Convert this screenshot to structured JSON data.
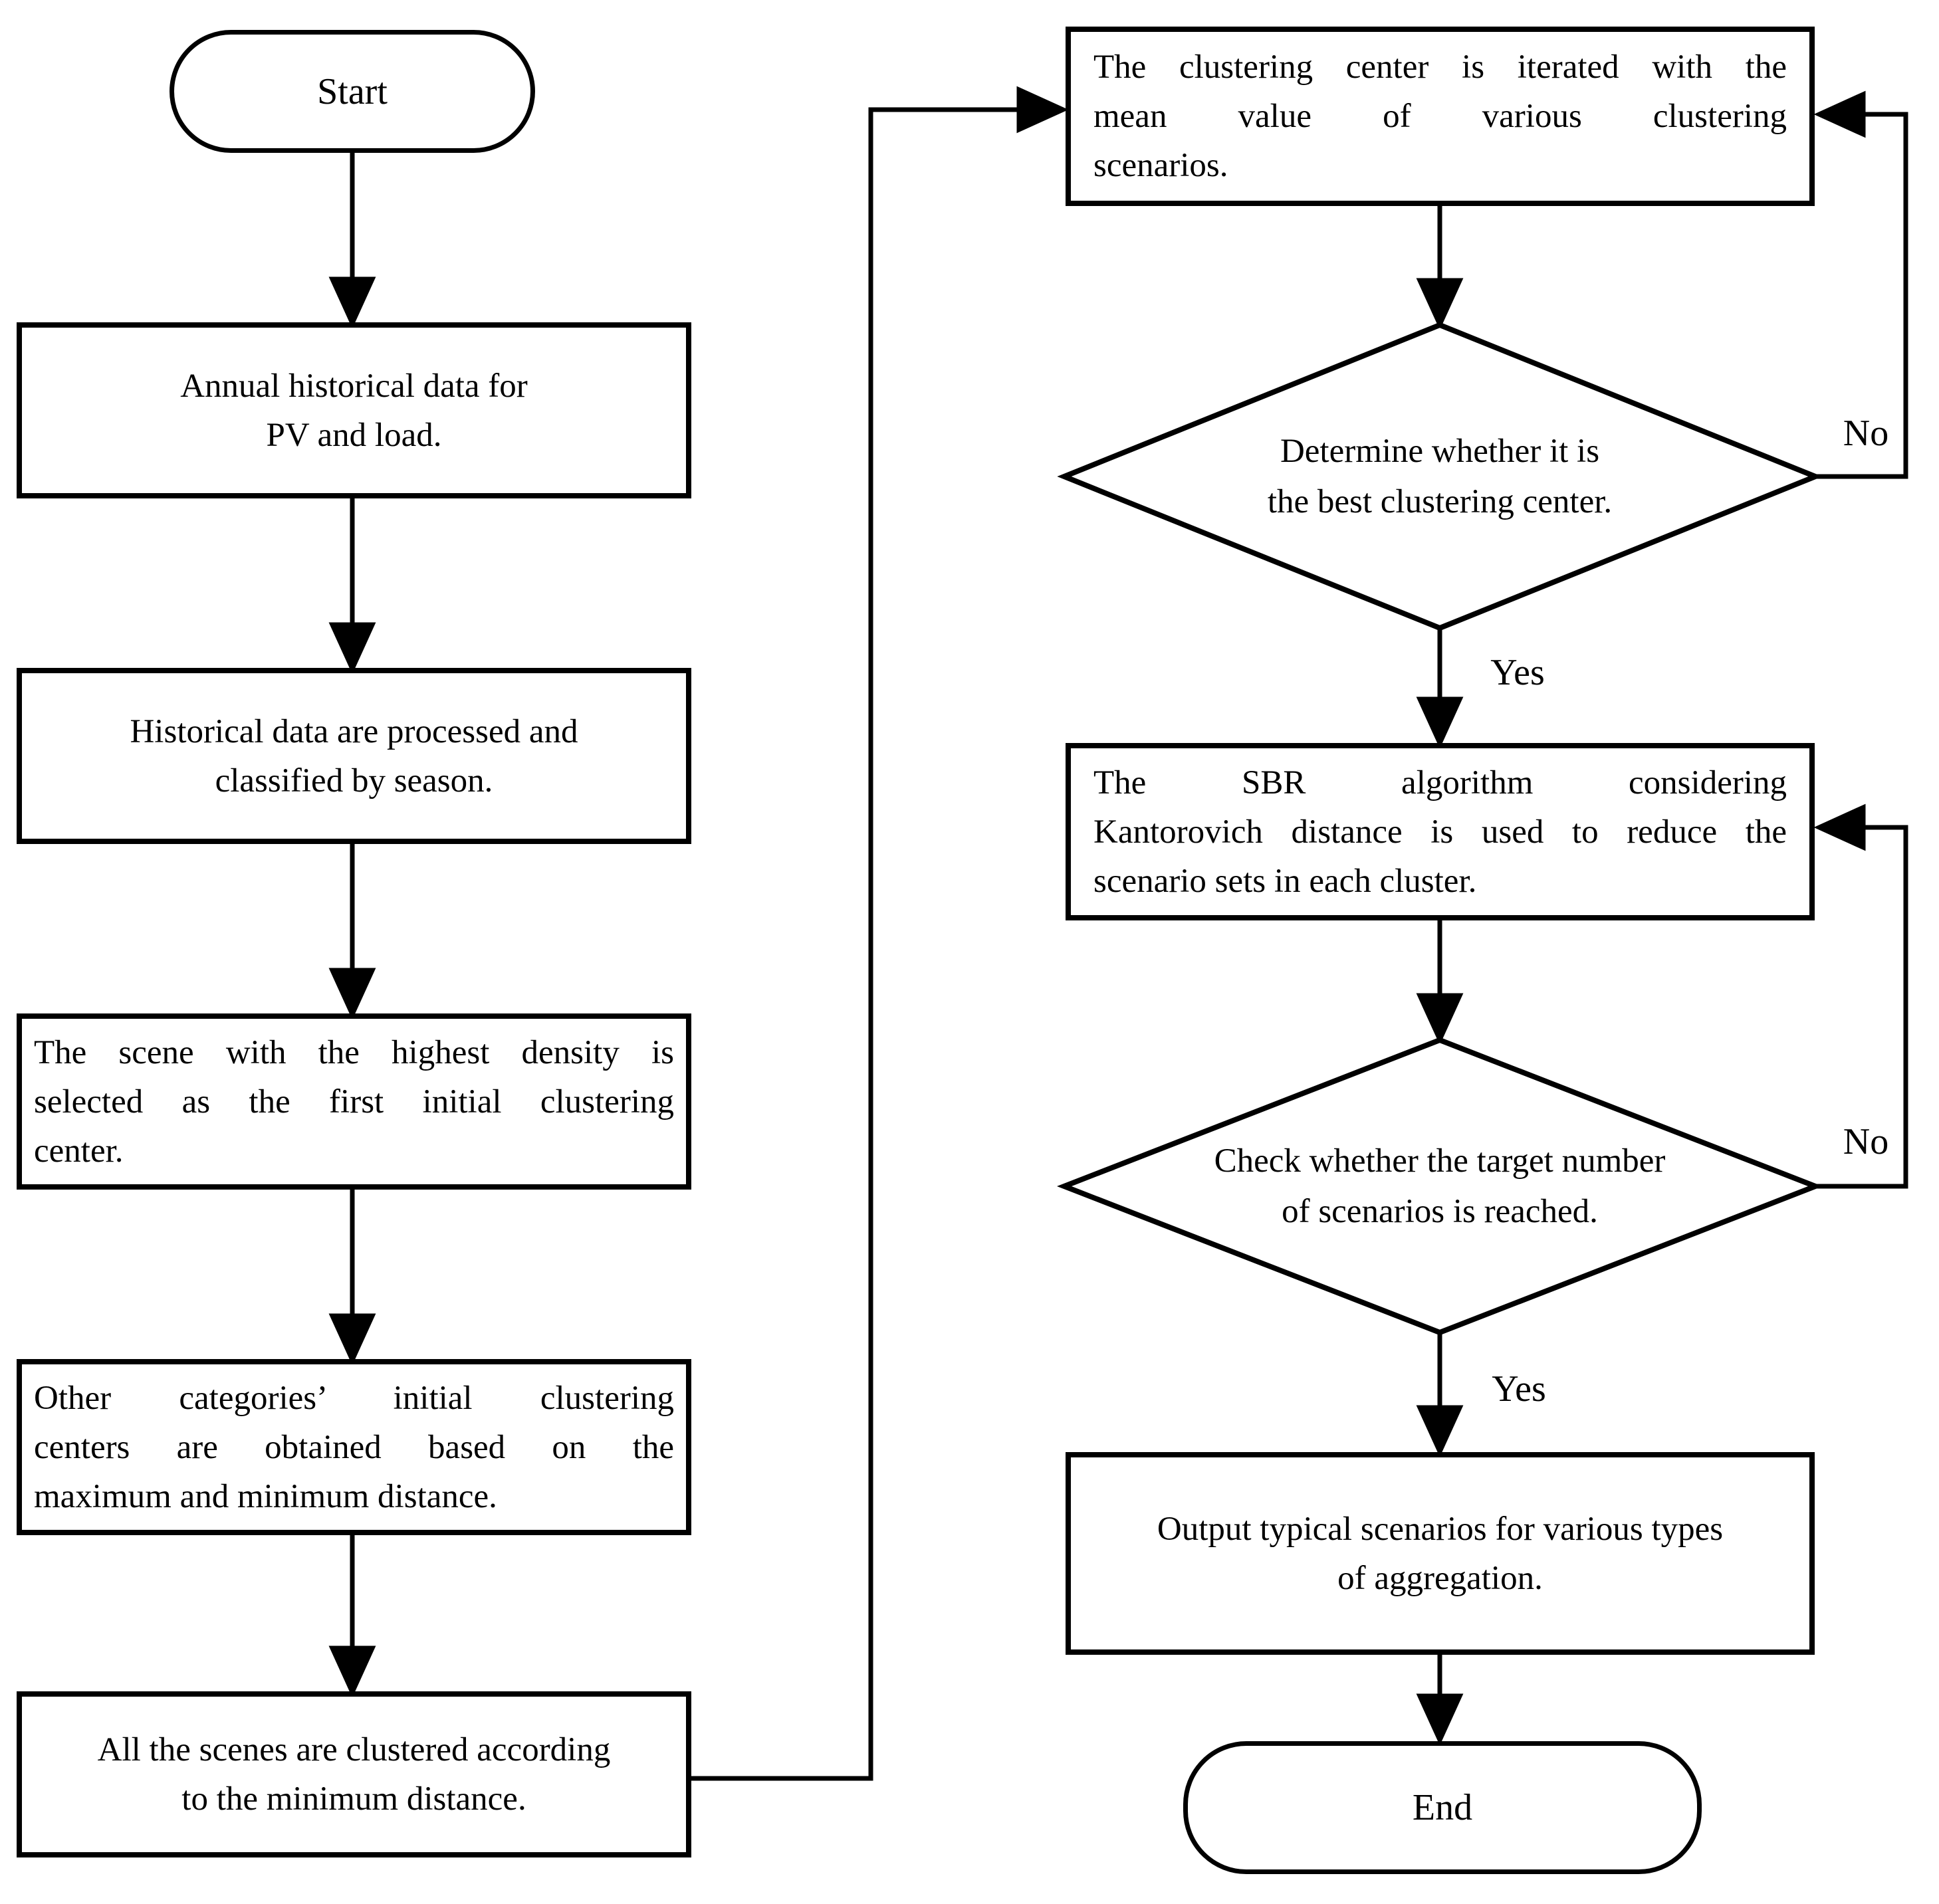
{
  "figure": {
    "type": "flowchart",
    "title": "Scenario clustering and reduction flowchart"
  },
  "colors": {
    "stroke": "#000000",
    "fill": "#ffffff",
    "background": "#ffffff"
  },
  "nodes": {
    "start": {
      "label": "Start",
      "shape": "terminal"
    },
    "annual_data": {
      "shape": "process",
      "lines": [
        "Annual historical data for",
        "PV and load."
      ]
    },
    "historical_processed": {
      "shape": "process",
      "lines": [
        "Historical data are processed and",
        "classified by season."
      ]
    },
    "highest_density": {
      "shape": "process",
      "lines": [
        "The scene with the highest density is",
        "selected as the first initial clustering",
        "center."
      ]
    },
    "other_categories": {
      "shape": "process",
      "lines": [
        "Other categories’ initial clustering",
        "centers are obtained based on the",
        "maximum and minimum distance."
      ]
    },
    "cluster_min_distance": {
      "shape": "process",
      "lines": [
        "All the scenes are clustered according",
        "to the minimum distance."
      ]
    },
    "iterate_center": {
      "shape": "process",
      "lines": [
        "The clustering center is iterated with the",
        "mean value of various clustering",
        "scenarios."
      ]
    },
    "decision_best_center": {
      "shape": "decision",
      "lines": [
        "Determine whether it is",
        "the best clustering center."
      ]
    },
    "sbr_reduce": {
      "shape": "process",
      "lines": [
        "The SBR algorithm considering",
        "Kantorovich distance is used to reduce the",
        "scenario sets in each cluster."
      ]
    },
    "decision_target_number": {
      "shape": "decision",
      "lines": [
        "Check whether the target number",
        "of scenarios is reached."
      ]
    },
    "output_scenarios": {
      "shape": "process",
      "lines": [
        "Output typical scenarios for various types",
        "of aggregation."
      ]
    },
    "end": {
      "label": "End",
      "shape": "terminal"
    }
  },
  "edge_labels": {
    "best_center_no": "No",
    "best_center_yes": "Yes",
    "target_number_no": "No",
    "target_number_yes": "Yes"
  }
}
